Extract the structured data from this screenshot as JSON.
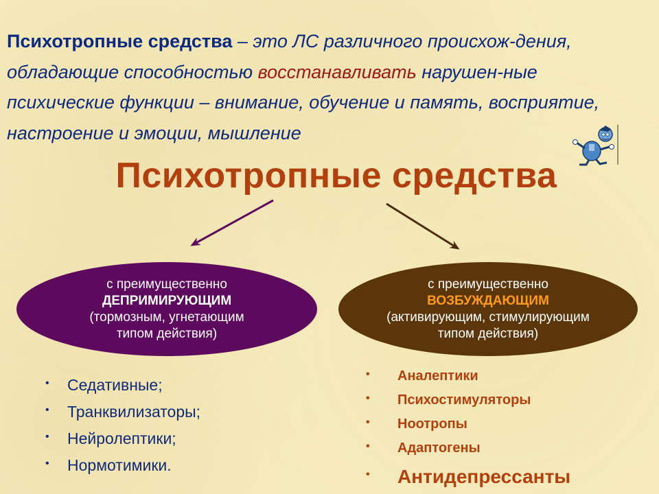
{
  "definition": {
    "lead": "Психотропные средства",
    "part1": " – это ЛС различного происхож-дения, обладающие способностью ",
    "accent": "восстанавливать",
    "part2": " нарушен-ные психические функции – внимание, обучение и память, восприятие, настроение и эмоции, мышление"
  },
  "title": "Психотропные средства",
  "left_group": {
    "line1": "с преимущественно",
    "line2": "ДЕПРИМИРУЮЩИМ",
    "line3": "(тормозным, угнетающим",
    "line4": "типом  действия)"
  },
  "right_group": {
    "line1": "с преимущественно",
    "line2": "ВОЗБУЖДАЮЩИМ",
    "line3": "(активирующим, стимулирующим",
    "line4": "типом  действия)"
  },
  "left_list": [
    "Седативные;",
    "Транквилизаторы;",
    "Нейролептики;",
    "Нормотимики."
  ],
  "right_list": [
    "Аналептики",
    "Психостимуляторы",
    "Ноотропы",
    "Адаптогены",
    "Антидепрессанты"
  ],
  "bullet_char": "•",
  "colors": {
    "background": "#f6ebbd",
    "definition_text": "#0b2a80",
    "accent_red": "#9a1a1a",
    "title_orange": "#b2400f",
    "left_ellipse": "#5d0a5e",
    "right_ellipse": "#5c360b",
    "highlight_orange": "#ff9a1c"
  },
  "icons": {
    "mascot": "running-figure-icon"
  }
}
